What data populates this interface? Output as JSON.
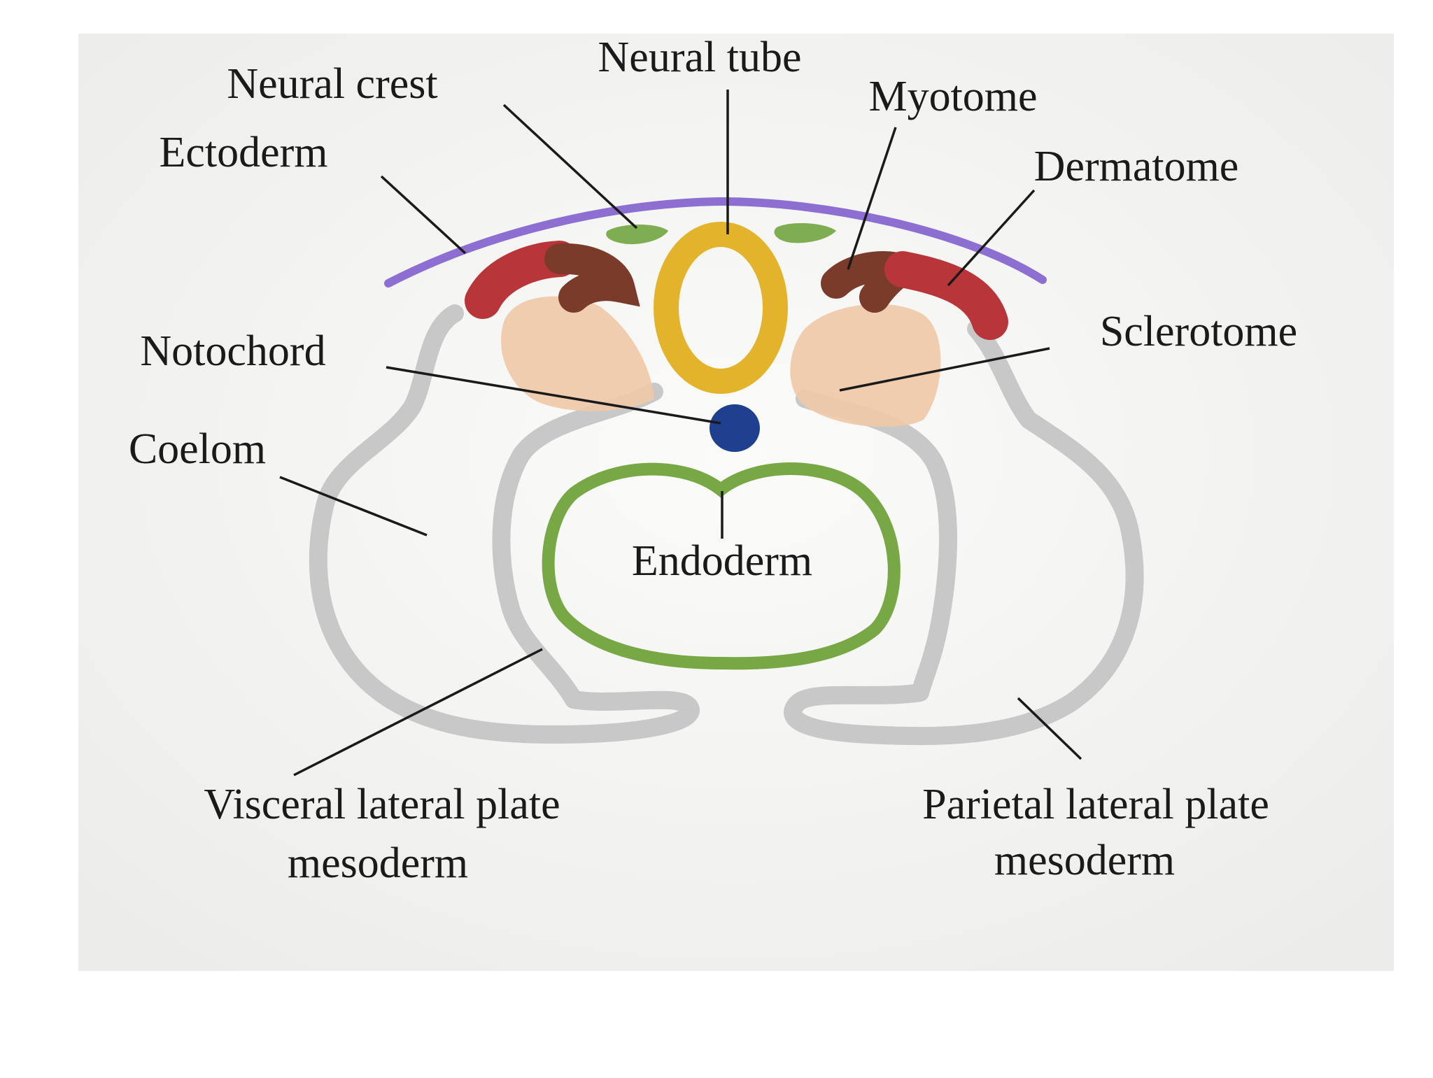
{
  "labels": {
    "neural_tube": "Neural tube",
    "neural_crest": "Neural crest",
    "myotome": "Myotome",
    "ectoderm": "Ectoderm",
    "dermatome": "Dermatome",
    "notochord": "Notochord",
    "sclerotome": "Sclerotome",
    "coelom": "Coelom",
    "endoderm": "Endoderm",
    "visceral_line1": "Visceral lateral plate",
    "visceral_line2": "mesoderm",
    "parietal_line1": "Parietal lateral plate",
    "parietal_line2": "mesoderm"
  },
  "colors": {
    "paper": "#f4f4f1",
    "ectoderm": "#8d6fd1",
    "neural_crest": "#7fae52",
    "neural_tube": "#e3b32c",
    "myotome": "#7a3b2a",
    "dermatome": "#b8353a",
    "sclerotome": "#f0c9a9",
    "notochord": "#1f3f8f",
    "endoderm": "#77a845",
    "mesoderm": "#c9c9c9",
    "leader": "#1a1a1a"
  }
}
